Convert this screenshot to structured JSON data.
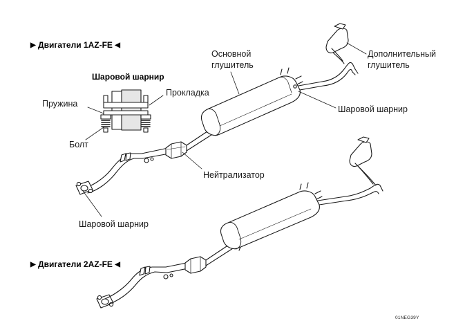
{
  "headers": {
    "engine_1": "Двигатели 1AZ-FE",
    "engine_2": "Двигатели 2AZ-FE",
    "marker_left": "▶",
    "marker_right": "◀"
  },
  "detail": {
    "title": "Шаровой шарнир",
    "spring": "Пружина",
    "gasket": "Прокладка",
    "bolt": "Болт"
  },
  "labels": {
    "main_muffler_line1": "Основной",
    "main_muffler_line2": "глушитель",
    "aux_muffler_line1": "Дополнительный",
    "aux_muffler_line2": "глушитель",
    "ball_joint_right": "Шаровой шарнир",
    "catalyst": "Нейтрализатор",
    "ball_joint_bottom": "Шаровой шарнир"
  },
  "figure_code": "01NEG39Y",
  "colors": {
    "line": "#1a1a1a",
    "fill": "#ffffff",
    "shade": "#d8d8d8"
  }
}
